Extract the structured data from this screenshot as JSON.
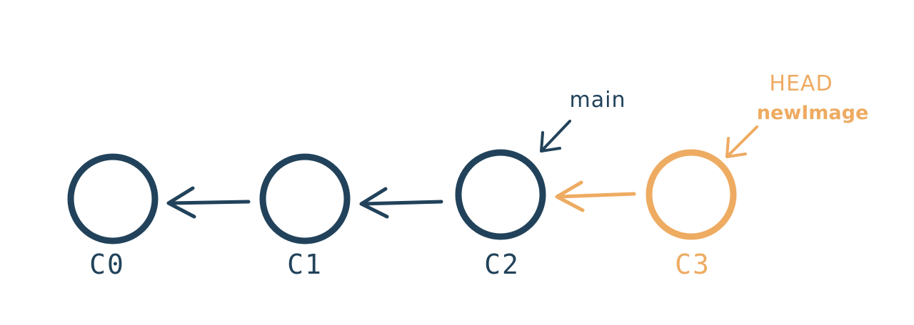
{
  "colors": {
    "main": "#21425a",
    "head": "#eeab62",
    "background": "#ffffff"
  },
  "commits": [
    {
      "id": "C0",
      "label": "C0",
      "branch": "main"
    },
    {
      "id": "C1",
      "label": "C1",
      "branch": "main"
    },
    {
      "id": "C2",
      "label": "C2",
      "branch": "main"
    },
    {
      "id": "C3",
      "label": "C3",
      "branch": "newImage"
    }
  ],
  "refs": {
    "main": {
      "label": "main",
      "target": "C2"
    },
    "head": {
      "label": "HEAD",
      "target": "C3"
    },
    "new_image": {
      "label": "newImage",
      "target": "C3"
    }
  },
  "edges": [
    {
      "from": "C1",
      "to": "C0",
      "color": "main"
    },
    {
      "from": "C2",
      "to": "C1",
      "color": "main"
    },
    {
      "from": "C3",
      "to": "C2",
      "color": "head"
    }
  ]
}
